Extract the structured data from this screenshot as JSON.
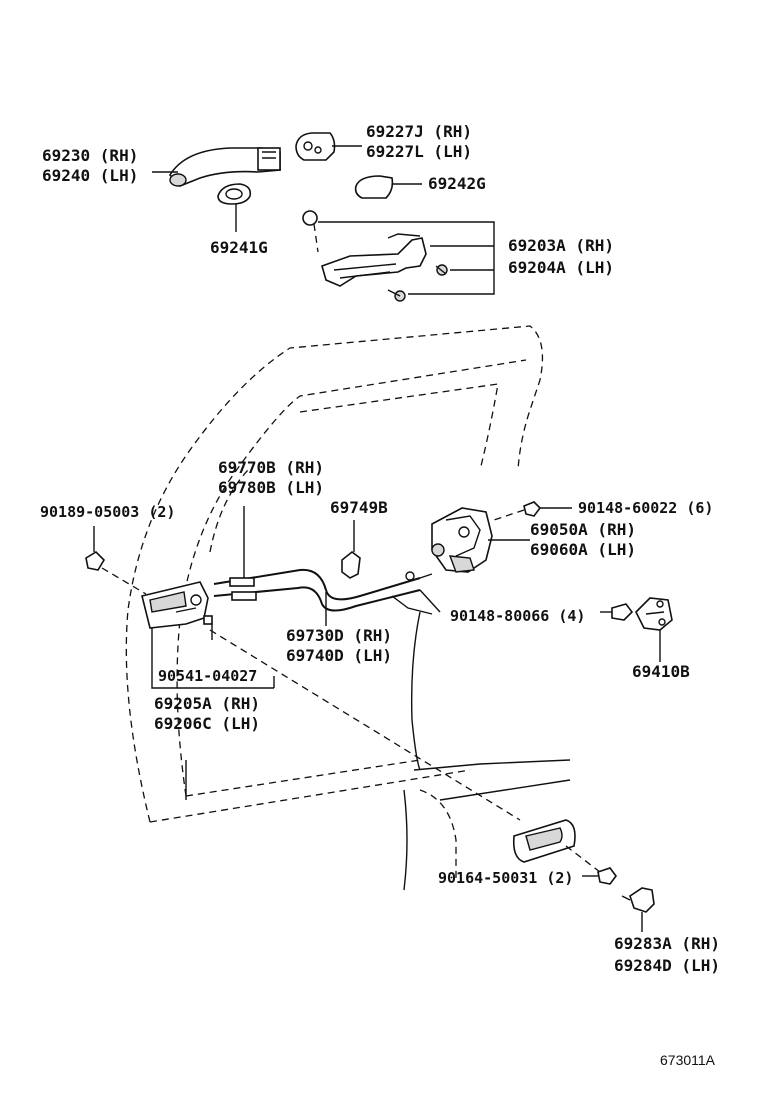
{
  "labels": {
    "p69230": "69230 (RH)",
    "p69240": "69240 (LH)",
    "p69227J": "69227J (RH)",
    "p69227L": "69227L (LH)",
    "p69242G": "69242G",
    "p69241G": "69241G",
    "p69203A": "69203A (RH)",
    "p69204A": "69204A (LH)",
    "p69770B": "69770B (RH)",
    "p69780B": "69780B (LH)",
    "p90189": "90189-05003 (2)",
    "p69749B": "69749B",
    "p90148a": "90148-60022 (6)",
    "p69050A": "69050A (RH)",
    "p69060A": "69060A (LH)",
    "p90148b": "90148-80066 (4)",
    "p69410B": "69410B",
    "p69730D": "69730D (RH)",
    "p69740D": "69740D (LH)",
    "p90541": "90541-04027",
    "p69205A": "69205A (RH)",
    "p69206C": "69206C (LH)",
    "p90164": "90164-50031 (2)",
    "p69283A": "69283A (RH)",
    "p69284D": "69284D (LH)",
    "diagram_code": "673011A"
  }
}
